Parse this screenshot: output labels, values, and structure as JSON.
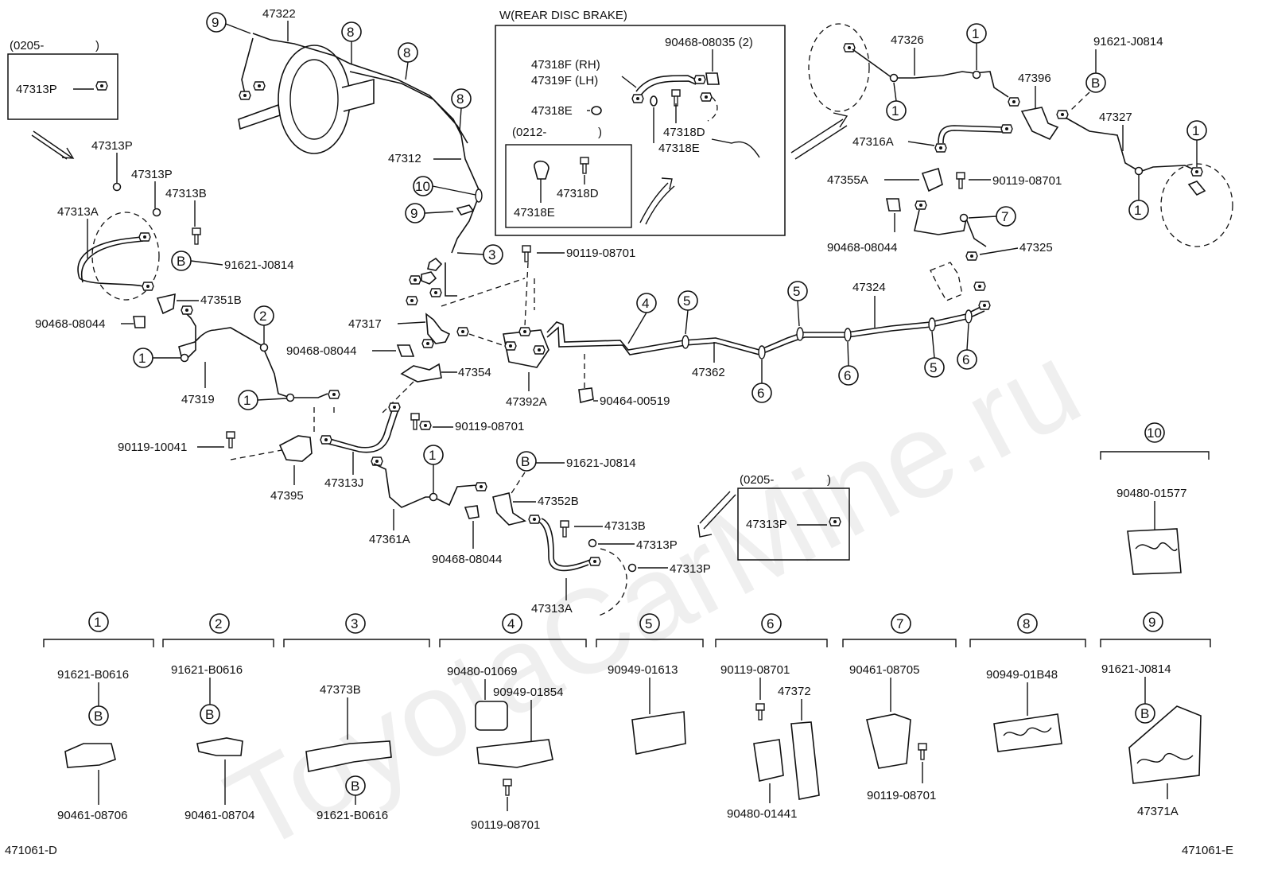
{
  "watermark": "ToyotaCarMine.ru",
  "footer": {
    "left": "471061-D",
    "right": "471061-E"
  },
  "insets": {
    "top_left": {
      "date": "(0205-",
      "close": ")",
      "part": "47313P"
    },
    "rear_disc": {
      "title": "W(REAR DISC BRAKE)",
      "sub_date": "(0212-",
      "sub_close": ")"
    },
    "lower_mid": {
      "date": "(0205-",
      "close": ")",
      "part": "47313P"
    }
  },
  "circle_ids": [
    "1",
    "2",
    "3",
    "4",
    "5",
    "6",
    "7",
    "8",
    "9",
    "10",
    "B"
  ],
  "parts": {
    "p47322": "47322",
    "p47313P_a": "47313P",
    "p47313P_b": "47313P",
    "p47313B_a": "47313B",
    "p47313A_a": "47313A",
    "p91621J0814_a": "91621-J0814",
    "p47351B": "47351B",
    "p90468_08044_a": "90468-08044",
    "p47319": "47319",
    "p90119_10041": "90119-10041",
    "p47395": "47395",
    "p47313J": "47313J",
    "p47361A": "47361A",
    "p90468_08044_b": "90468-08044",
    "p47352B": "47352B",
    "p91621J0814_b": "91621-J0814",
    "p47313B_b": "47313B",
    "p47313P_c": "47313P",
    "p47313P_d": "47313P",
    "p47313A_b": "47313A",
    "p47312": "47312",
    "p90119_08701_a": "90119-08701",
    "p47317": "47317",
    "p90468_08044_c": "90468-08044",
    "p47354": "47354",
    "p90119_08701_b": "90119-08701",
    "p47392A": "47392A",
    "p90464_00519": "90464-00519",
    "p47362": "47362",
    "p47324": "47324",
    "p47318F": "47318F (RH)",
    "p47319F": "47319F (LH)",
    "p90468_08035": "90468-08035 (2)",
    "p47318E_a": "47318E",
    "p47318D_a": "47318D",
    "p47318E_b": "47318E",
    "p47318D_b": "47318D",
    "p47318E_c": "47318E",
    "p47326": "47326",
    "p91621J0814_c": "91621-J0814",
    "p47396": "47396",
    "p47327": "47327",
    "p47316A": "47316A",
    "p47355A": "47355A",
    "p90119_08701_c": "90119-08701",
    "p90468_08044_d": "90468-08044",
    "p47325": "47325",
    "p90480_01577": "90480-01577"
  },
  "groups": [
    {
      "id": "1",
      "top": "91621-B0616",
      "bottom": "90461-08706"
    },
    {
      "id": "2",
      "top": "91621-B0616",
      "bottom": "90461-08704"
    },
    {
      "id": "3",
      "top": "47373B",
      "bottom": "91621-B0616"
    },
    {
      "id": "4",
      "top": "90480-01069",
      "top2": "90949-01854",
      "bottom": "90119-08701"
    },
    {
      "id": "5",
      "top": "90949-01613"
    },
    {
      "id": "6",
      "top": "90119-08701",
      "top2": "47372",
      "bottom": "90480-01441"
    },
    {
      "id": "7",
      "top": "90461-08705",
      "bottom": "90119-08701"
    },
    {
      "id": "8",
      "top": "90949-01B48"
    },
    {
      "id": "9",
      "top": "91621-J0814",
      "bottom": "47371A"
    }
  ]
}
